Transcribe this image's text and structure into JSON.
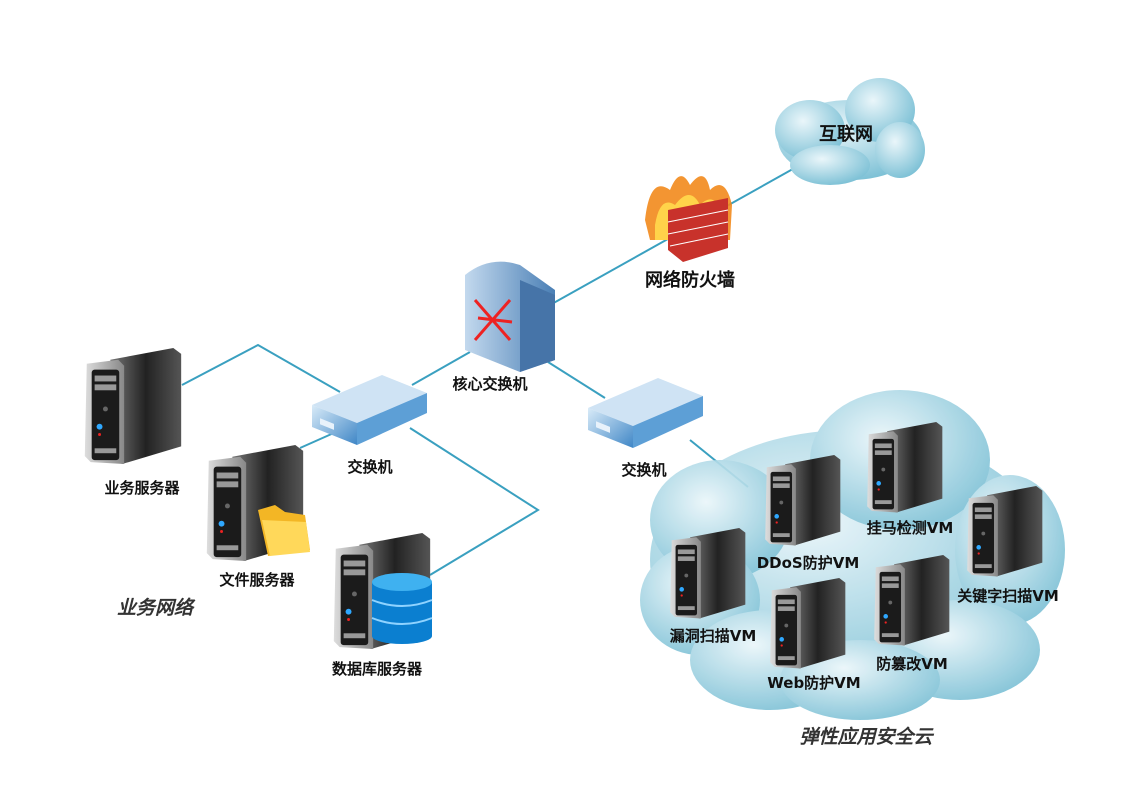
{
  "nodes": {
    "internet": "互联网",
    "firewall": "网络防火墙",
    "core_switch": "核心交换机",
    "switch_left": "交换机",
    "switch_right": "交换机",
    "biz_server": "业务服务器",
    "file_server": "文件服务器",
    "db_server": "数据库服务器",
    "vm_ddos": "DDoS防护VM",
    "vm_trojan": "挂马检测VM",
    "vm_vuln": "漏洞扫描VM",
    "vm_keyword": "关键字扫描VM",
    "vm_tamper": "防篡改VM",
    "vm_web": "Web防护VM"
  },
  "zones": {
    "business_network": "业务网络",
    "security_cloud": "弹性应用安全云"
  },
  "colors": {
    "link": "#3aa0c0",
    "cloud": "#9fd2e2",
    "switch": "#4f93cf",
    "core": "#5a8fc4",
    "firewall_brick": "#c8322b",
    "db": "#0b7fd0"
  }
}
